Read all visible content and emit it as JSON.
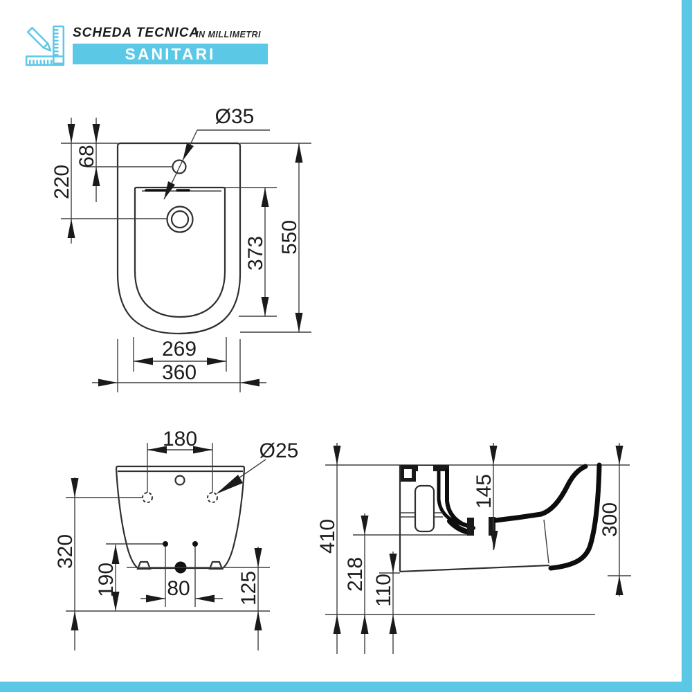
{
  "header": {
    "title": "SCHEDA TECNICA",
    "subtitle": "IN MILLIMETRI",
    "badge": "SANITARI"
  },
  "colors": {
    "accent": "#5bc8e6",
    "ink": "#1c1c1c"
  },
  "views": {
    "top": {
      "dims": {
        "drain_offset": "220",
        "tap_offset": "68",
        "tap_hole_diameter": "Ø35",
        "basin_depth": "373",
        "overall_depth": "550",
        "basin_width": "269",
        "overall_width": "360"
      }
    },
    "front": {
      "dims": {
        "hole_spacing": "180",
        "fixing_hole_diameter": "Ø25",
        "height_total": "320",
        "height_jets": "190",
        "jet_spacing": "80",
        "height_drain": "125"
      }
    },
    "side": {
      "dims": {
        "depth_total": "410",
        "depth_drain": "218",
        "depth_front": "110",
        "rim_depth": "145",
        "height_back": "300"
      }
    }
  }
}
